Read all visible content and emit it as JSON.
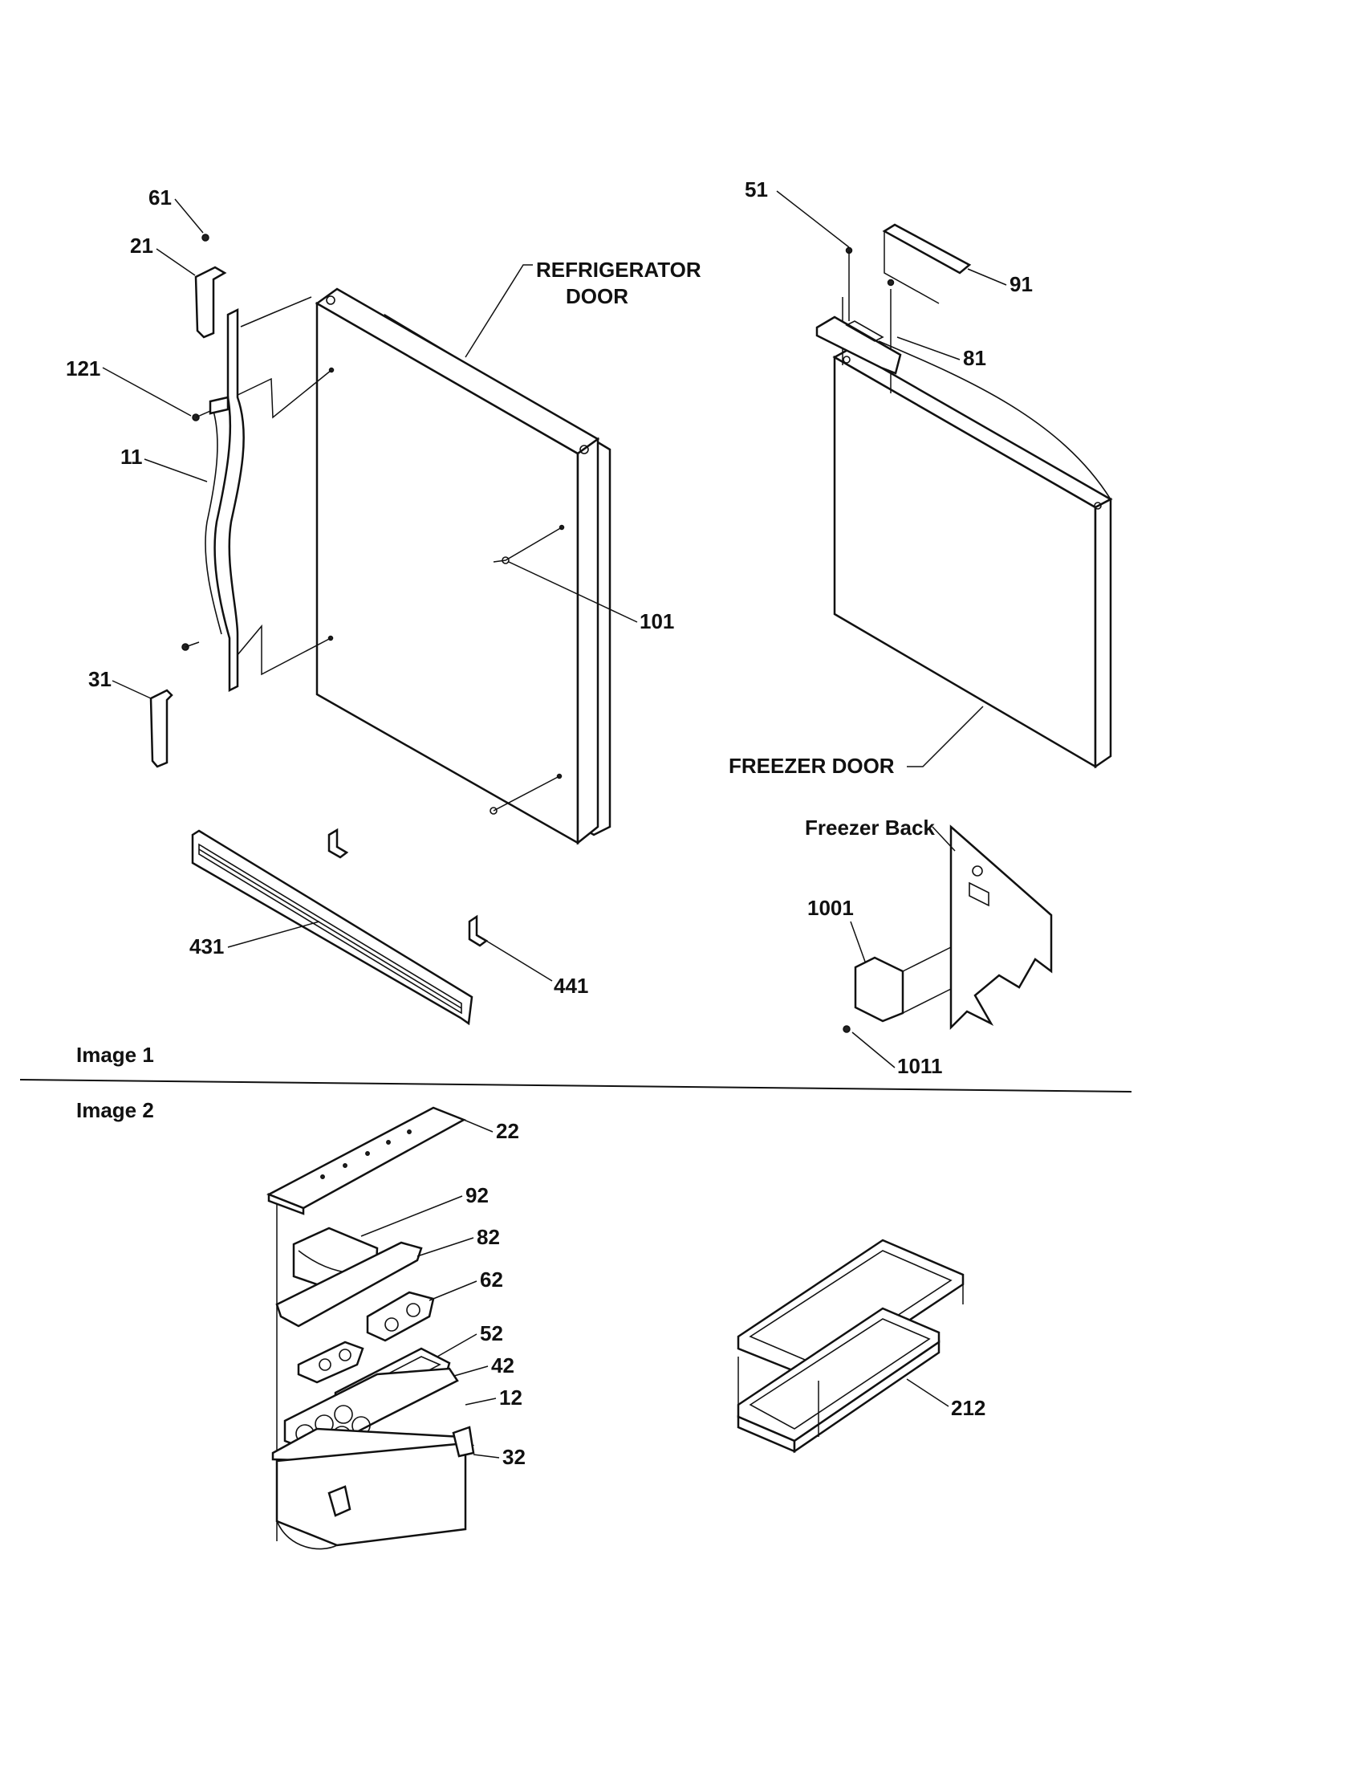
{
  "sections": {
    "image1_caption": "Image 1",
    "image2_caption": "Image 2"
  },
  "assembly_labels": {
    "refrigerator_door_line1": "REFRIGERATOR",
    "refrigerator_door_line2": "DOOR",
    "freezer_door": "FREEZER DOOR",
    "freezer_back": "Freezer Back"
  },
  "part_numbers": {
    "p61": "61",
    "p21": "21",
    "p121": "121",
    "p11": "11",
    "p31": "31",
    "p101": "101",
    "p431": "431",
    "p441": "441",
    "p51": "51",
    "p91": "91",
    "p81": "81",
    "p1001": "1001",
    "p1011": "1011",
    "p22": "22",
    "p92": "92",
    "p82": "82",
    "p62": "62",
    "p52": "52",
    "p42": "42",
    "p12": "12",
    "p32": "32",
    "p212": "212"
  }
}
